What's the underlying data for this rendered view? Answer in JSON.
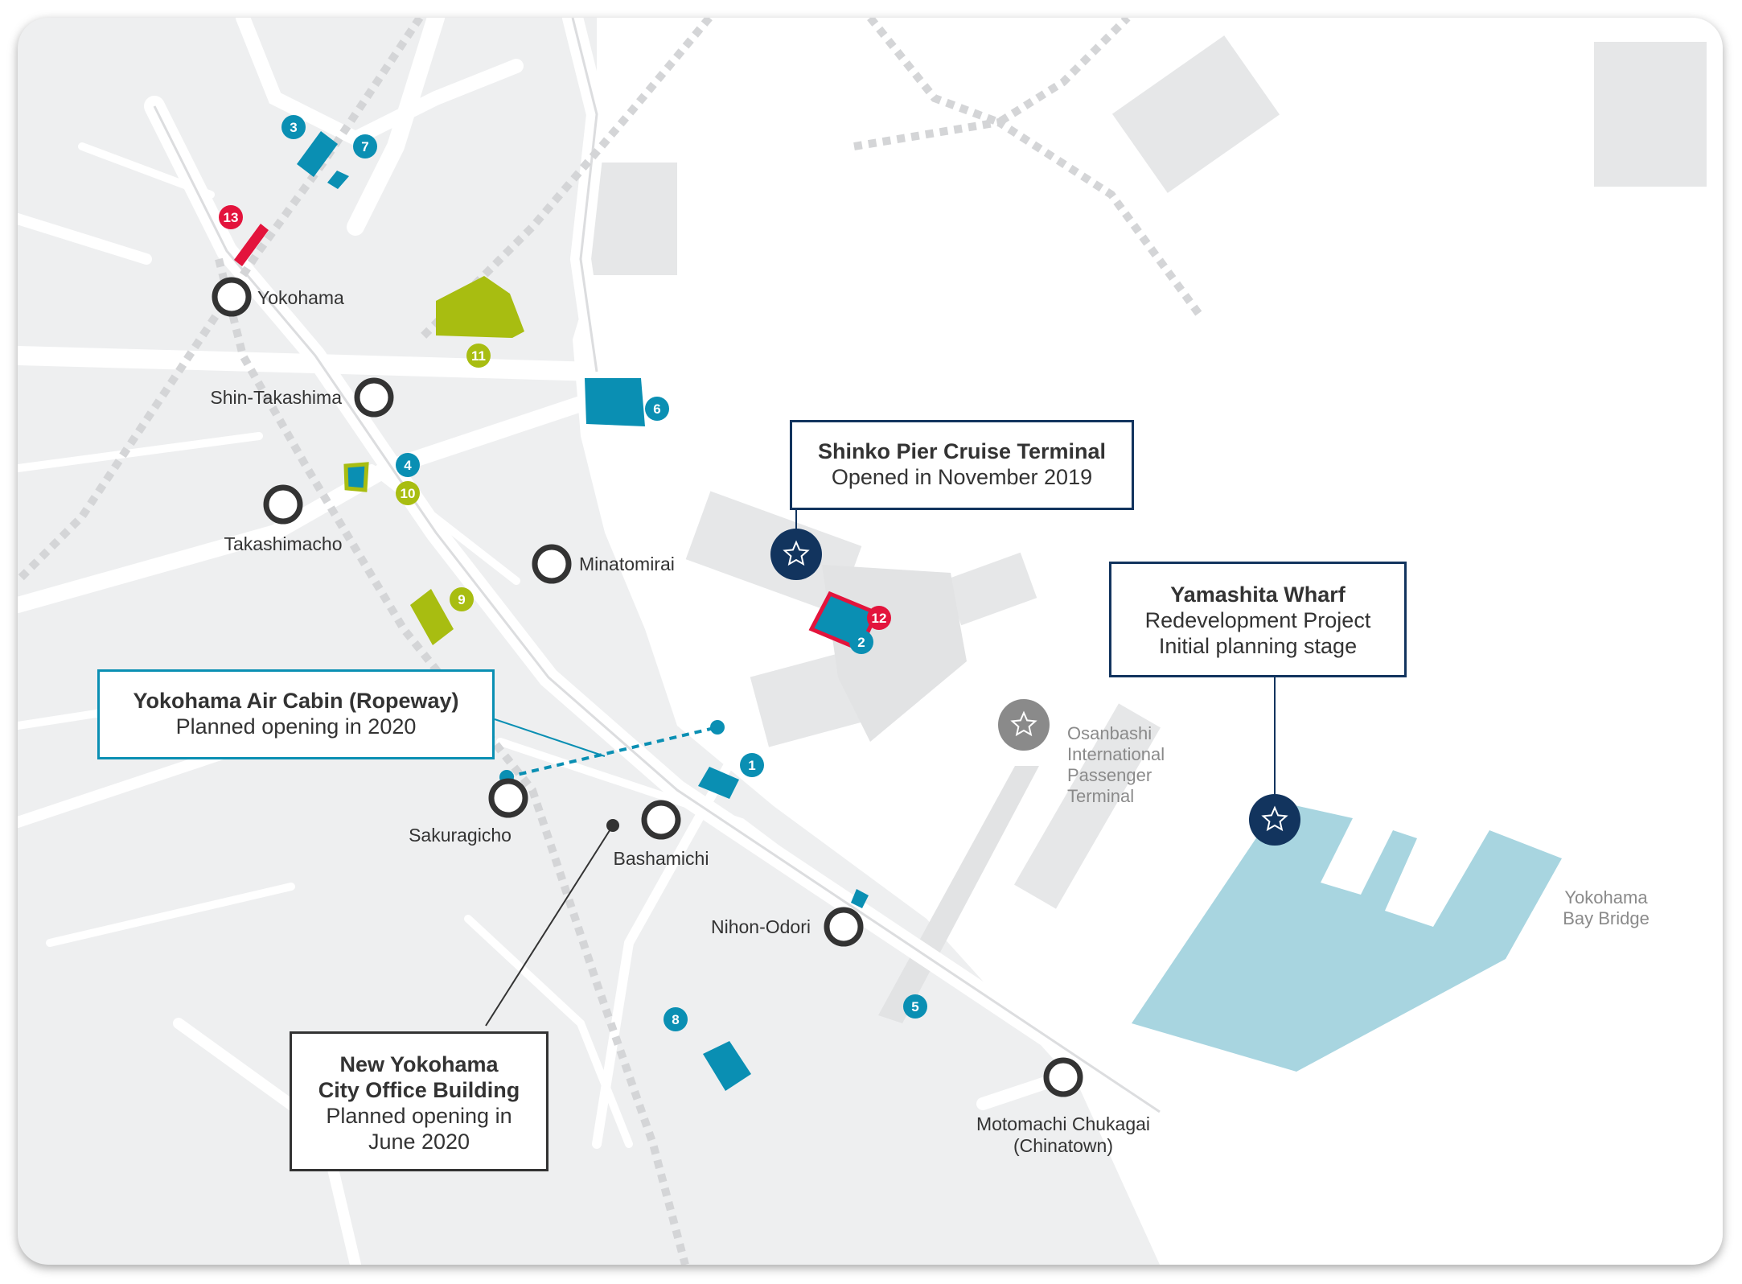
{
  "colors": {
    "teal": "#0a8fb3",
    "olive": "#a8bd11",
    "red": "#e3143c",
    "navy": "#12345e",
    "gray": "#8a8a8a",
    "wharf": "#a8d5e0"
  },
  "stations": [
    {
      "id": "yokohama",
      "name": "Yokohama"
    },
    {
      "id": "shin-takashima",
      "name": "Shin-Takashima"
    },
    {
      "id": "takashimacho",
      "name": "Takashimacho"
    },
    {
      "id": "minatomirai",
      "name": "Minatomirai"
    },
    {
      "id": "sakuragicho",
      "name": "Sakuragicho"
    },
    {
      "id": "bashamichi",
      "name": "Bashamichi"
    },
    {
      "id": "nihon-odori",
      "name": "Nihon-Odori"
    },
    {
      "id": "motomachi",
      "name": "Motomachi Chukagai",
      "name2": "(Chinatown)"
    }
  ],
  "markers": {
    "m1": "1",
    "m2": "2",
    "m3": "3",
    "m4": "4",
    "m5": "5",
    "m6": "6",
    "m7": "7",
    "m8": "8",
    "m9": "9",
    "m10": "10",
    "m11": "11",
    "m12": "12",
    "m13": "13"
  },
  "landmarks": {
    "osanbashi": [
      "Osanbashi",
      "International",
      "Passenger",
      "Terminal"
    ],
    "baybridge": [
      "Yokohama",
      "Bay Bridge"
    ]
  },
  "callouts": {
    "shinko": {
      "title": "Shinko Pier Cruise Terminal",
      "sub": "Opened in November 2019"
    },
    "yamashita": {
      "title": "Yamashita Wharf",
      "sub1": "Redevelopment Project",
      "sub2": "Initial planning stage"
    },
    "aircabin": {
      "title": "Yokohama Air Cabin (Ropeway)",
      "sub": "Planned opening in 2020"
    },
    "cityoffice": {
      "title1": "New Yokohama",
      "title2": "City Office Building",
      "sub1": "Planned opening in",
      "sub2": "June 2020"
    }
  }
}
